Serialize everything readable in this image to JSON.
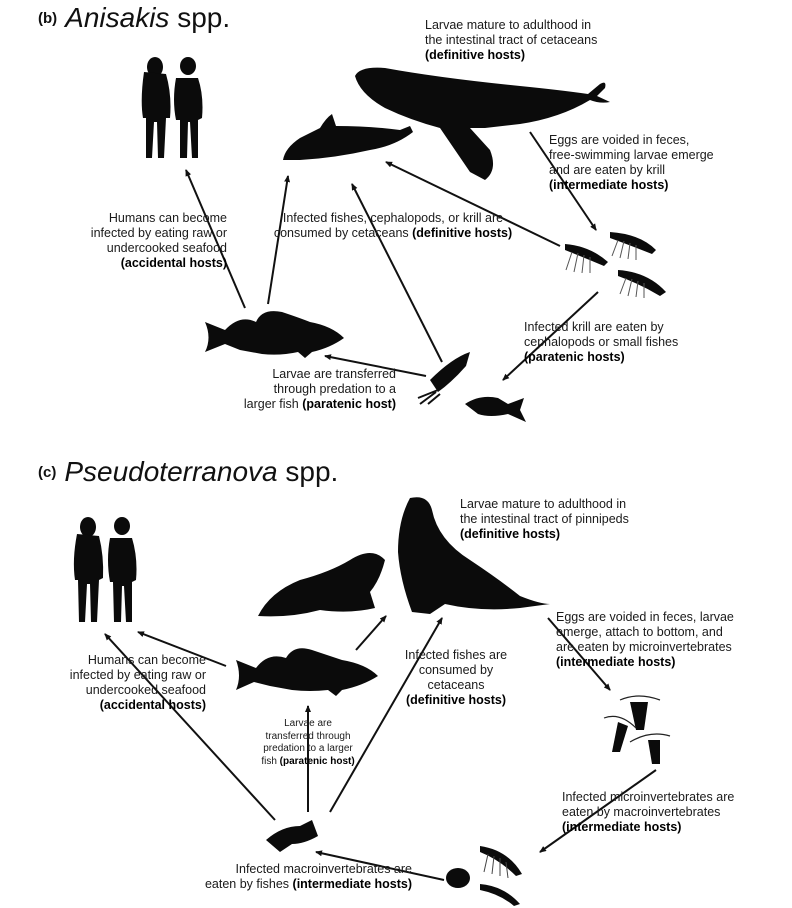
{
  "panels": [
    {
      "letter": "(b)",
      "genus": "Anisakis",
      "suffix": " spp.",
      "labels": [
        {
          "id": "adult",
          "lines": [
            "Larvae mature to adulthood in",
            "the intestinal tract of cetaceans"
          ],
          "host": "(definitive hosts)"
        },
        {
          "id": "eggs",
          "lines": [
            "Eggs are voided in feces,",
            "free-swimming larvae emerge",
            "and are eaten by krill"
          ],
          "host": "(intermediate hosts)"
        },
        {
          "id": "humans",
          "lines": [
            "Humans can become",
            "infected by eating raw or",
            "undercooked seafood"
          ],
          "host": "(accidental hosts)"
        },
        {
          "id": "consumed",
          "lines": [
            "Infected fishes, cephalopods, or krill are",
            "consumed by cetaceans "
          ],
          "host": "(definitive hosts)"
        },
        {
          "id": "krill",
          "lines": [
            "Infected krill are eaten by",
            "cephalopods or small fishes"
          ],
          "host": "(paratenic hosts)"
        },
        {
          "id": "transfer",
          "lines": [
            "Larvae are transferred",
            "through predation to a",
            "larger fish "
          ],
          "host": "(paratenic host)"
        }
      ],
      "organisms": [
        "humans-icon",
        "humpback-whale-icon",
        "dolphin-icon",
        "krill-icon",
        "cod-icon",
        "squid-icon",
        "small-fish-icon"
      ]
    },
    {
      "letter": "(c)",
      "genus": "Pseudoterranova",
      "suffix": " spp.",
      "labels": [
        {
          "id": "adult",
          "lines": [
            "Larvae mature to adulthood in",
            "the intestinal tract of pinnipeds"
          ],
          "host": "(definitive hosts)"
        },
        {
          "id": "eggs",
          "lines": [
            "Eggs are voided in feces, larvae",
            "emerge, attach to bottom, and",
            "are eaten by microinvertebrates"
          ],
          "host": "(intermediate hosts)"
        },
        {
          "id": "humans",
          "lines": [
            "Humans can become",
            "infected by eating raw or",
            "undercooked seafood"
          ],
          "host": "(accidental hosts)"
        },
        {
          "id": "consumed",
          "lines": [
            "Infected fishes are",
            "consumed by",
            "cetaceans"
          ],
          "host": "(definitive hosts)"
        },
        {
          "id": "transfer",
          "lines": [
            "Larvae are",
            "transferred through",
            "predation to a larger",
            "fish "
          ],
          "host": "(paratenic host)"
        },
        {
          "id": "micro",
          "lines": [
            "Infected microinvertebrates are",
            "eaten by macroinvertebrates"
          ],
          "host": "(intermediate hosts)"
        },
        {
          "id": "macro",
          "lines": [
            "Infected macroinvertebrates are",
            "eaten by fishes "
          ],
          "host": "(intermediate hosts)"
        }
      ],
      "organisms": [
        "humans-icon",
        "seal-icon",
        "sea-lion-icon",
        "copepod-icon",
        "cod-icon",
        "small-fish-icon",
        "amphipod-icon"
      ]
    }
  ],
  "colors": {
    "silhouette": "#0b0b0b",
    "arrow": "#111111",
    "text": "#1a1a1a"
  }
}
